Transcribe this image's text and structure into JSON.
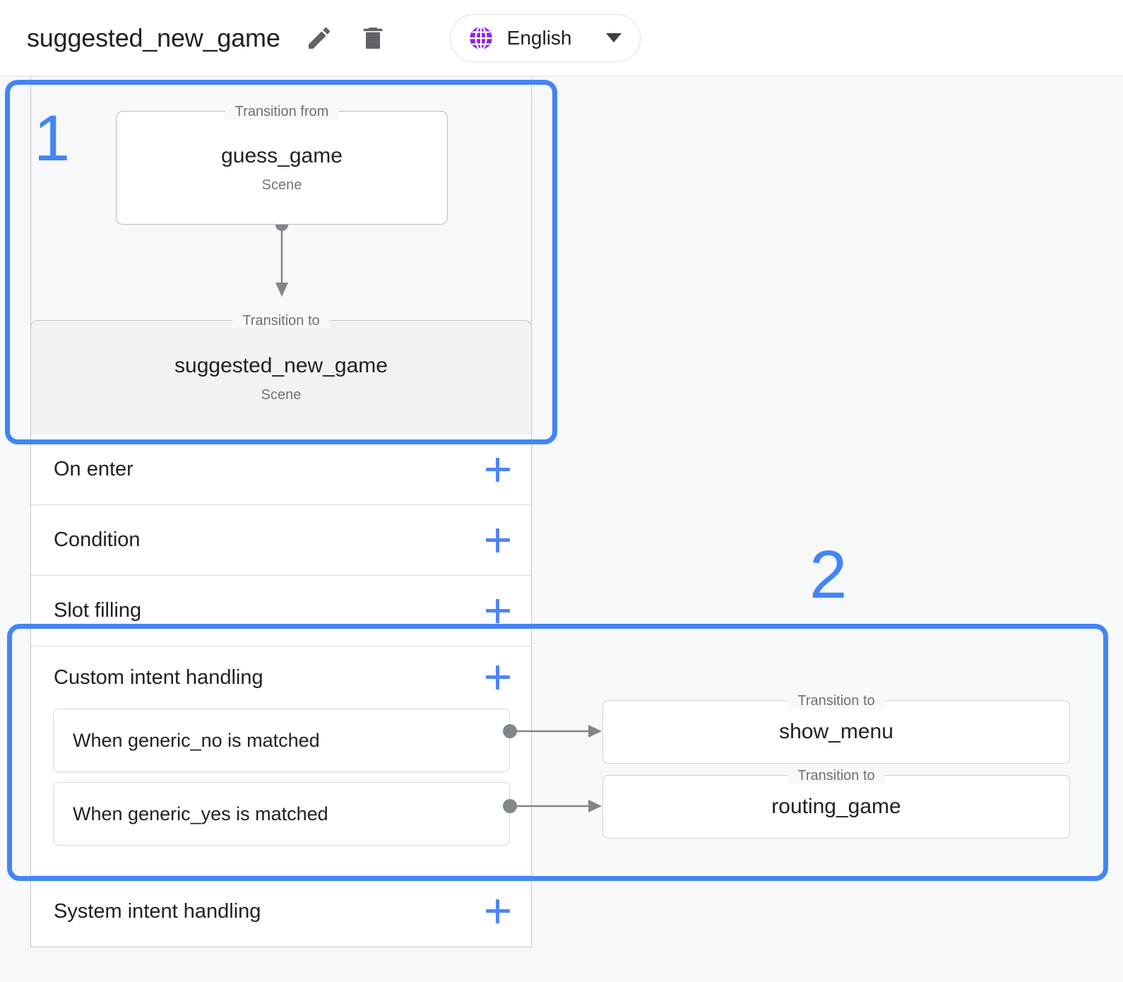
{
  "header": {
    "title": "suggested_new_game",
    "edit_icon": "pencil-icon",
    "delete_icon": "trash-icon",
    "language": {
      "icon": "globe-icon",
      "label": "English",
      "caret": "chevron-down-icon"
    }
  },
  "graph": {
    "transition_from": {
      "legend": "Transition from",
      "name": "guess_game",
      "type": "Scene"
    },
    "transition_to": {
      "legend": "Transition to",
      "name": "suggested_new_game",
      "type": "Scene"
    }
  },
  "accordion": {
    "rows": [
      {
        "label": "On enter",
        "add": "+"
      },
      {
        "label": "Condition",
        "add": "+"
      },
      {
        "label": "Slot filling",
        "add": "+"
      }
    ],
    "custom_intent": {
      "label": "Custom intent handling",
      "add": "+",
      "items": [
        {
          "label": "When generic_no is matched"
        },
        {
          "label": "When generic_yes is matched"
        }
      ]
    },
    "system_intent": {
      "label": "System intent handling",
      "add": "+"
    }
  },
  "targets": [
    {
      "legend": "Transition to",
      "name": "show_menu"
    },
    {
      "legend": "Transition to",
      "name": "routing_game"
    }
  ],
  "callouts": [
    {
      "number": "1"
    },
    {
      "number": "2"
    }
  ],
  "colors": {
    "accent_blue": "#4285f4",
    "globe_purple": "#8e24e8",
    "background": "#f7f8fa"
  }
}
